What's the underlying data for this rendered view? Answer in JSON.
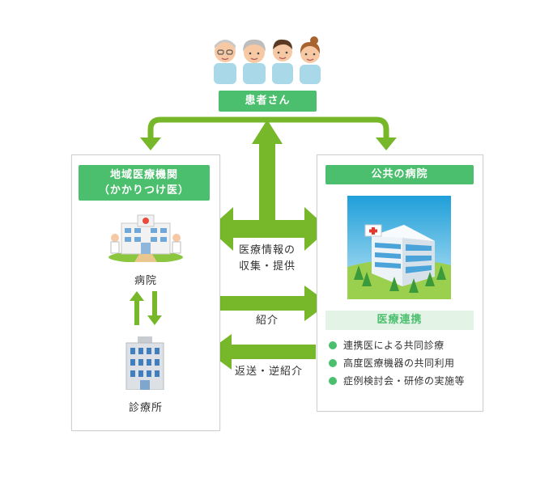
{
  "patients": {
    "label": "患者さん",
    "icons": [
      "elderly-man-icon",
      "elderly-woman-icon",
      "man-icon",
      "woman-icon"
    ]
  },
  "left_panel": {
    "title_line1": "地域医療機関",
    "title_line2": "（かかりつけ医）",
    "hospital_label": "病院",
    "clinic_label": "診療所"
  },
  "right_panel": {
    "title": "公共の病院",
    "section_title": "医療連携",
    "items": [
      "連携医による共同診療",
      "高度医療機器の共同利用",
      "症例検討会・研修の実施等"
    ]
  },
  "arrows": {
    "info_line1": "医療情報の",
    "info_line2": "収集・提供",
    "referral": "紹介",
    "return_referral": "返送・逆紹介"
  },
  "colors": {
    "badge_green": "#4cbf6e",
    "arrow_green": "#77b82a",
    "section_bg": "#e3f3e6"
  }
}
